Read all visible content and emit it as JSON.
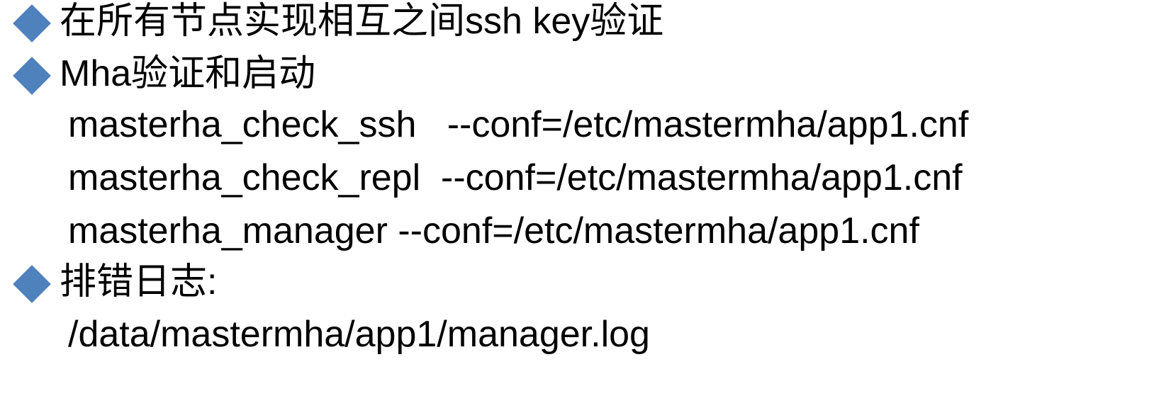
{
  "slide": {
    "accent_color": "#4F81BD",
    "background_color": "#FFFFFF",
    "text_color": "#000000",
    "bullet_glyph": "diamond",
    "lines": [
      {
        "id": "ssh-key-auth",
        "level": 1,
        "bulleted": true,
        "text": "在所有节点实现相互之间ssh key验证"
      },
      {
        "id": "mha-verify-start",
        "level": 1,
        "bulleted": true,
        "text": "Mha验证和启动"
      },
      {
        "id": "cmd-check-ssh",
        "level": 2,
        "bulleted": false,
        "text": "masterha_check_ssh   --conf=/etc/mastermha/app1.cnf"
      },
      {
        "id": "cmd-check-repl",
        "level": 2,
        "bulleted": false,
        "text": "masterha_check_repl  --conf=/etc/mastermha/app1.cnf"
      },
      {
        "id": "cmd-manager",
        "level": 2,
        "bulleted": false,
        "text": "masterha_manager --conf=/etc/mastermha/app1.cnf"
      },
      {
        "id": "troubleshoot-log",
        "level": 1,
        "bulleted": true,
        "text": "排错日志:"
      },
      {
        "id": "log-path",
        "level": 2,
        "bulleted": false,
        "text": "/data/mastermha/app1/manager.log"
      }
    ]
  }
}
